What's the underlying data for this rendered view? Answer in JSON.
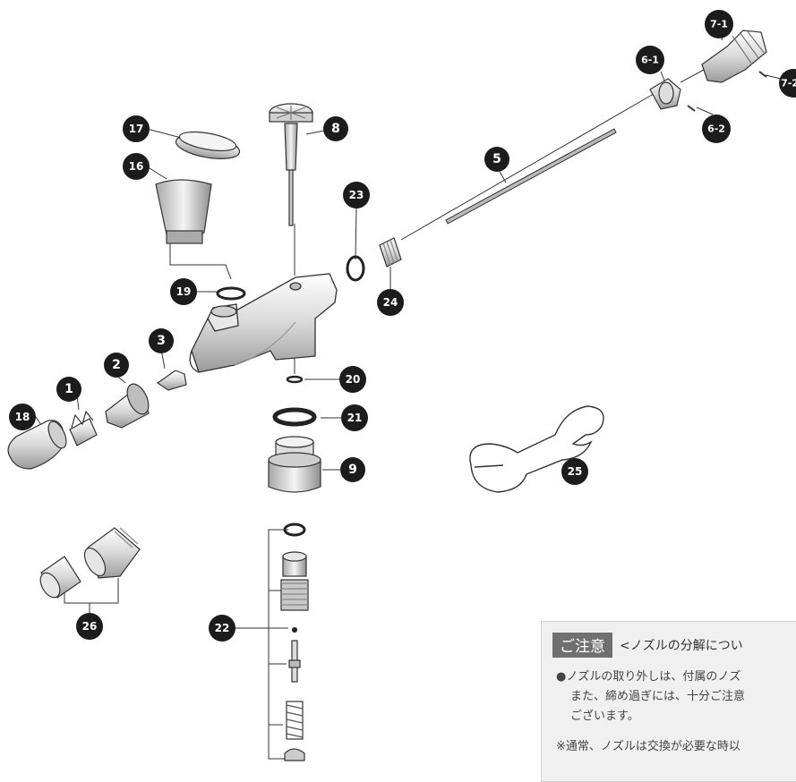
{
  "parts": {
    "p1": "1",
    "p2": "2",
    "p3": "3",
    "p5": "5",
    "p6_1": "6-1",
    "p6_2": "6-2",
    "p7_1": "7-1",
    "p7_2": "7-2",
    "p8": "8",
    "p9": "9",
    "p16": "16",
    "p17": "17",
    "p18": "18",
    "p19": "19",
    "p20": "20",
    "p21": "21",
    "p22": "22",
    "p23": "23",
    "p24": "24",
    "p25": "25",
    "p26": "26"
  },
  "notice": {
    "badge": "ご注意",
    "title": "<ノズルの分解につい",
    "line1": "●ノズルの取り外しは、付属のノズ",
    "line2": "また、締め過ぎには、十分ご注意",
    "line3": "ございます。",
    "line4": "※通常、ノズルは交換が必要な時以"
  },
  "colors": {
    "badge": "#1c1c1c",
    "outline": "#333333",
    "notice_bg": "#f0f0f0"
  }
}
